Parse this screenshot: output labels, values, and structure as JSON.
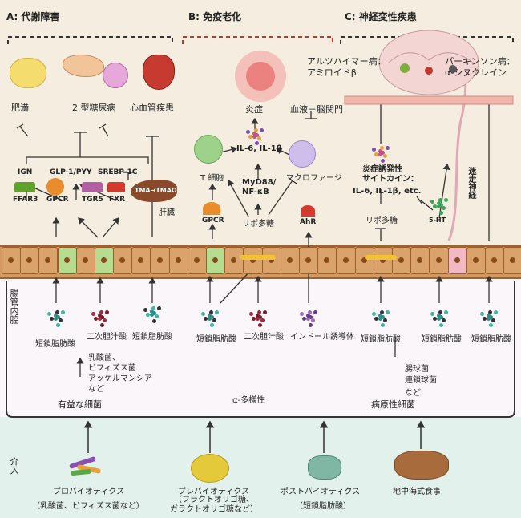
{
  "sections": {
    "a": "A: 代謝障害",
    "b": "B: 免疫老化",
    "c": "C: 神経変性疾患"
  },
  "a": {
    "diseases": [
      "肥満",
      "2 型糖尿病",
      "心血管疾患"
    ],
    "hormones": [
      "IGN",
      "GLP-1/PYY",
      "SREBP-1C"
    ],
    "receptors": [
      "FFAR3",
      "GPCR",
      "TGR5",
      "FXR"
    ],
    "liver": "TMA→TMAO",
    "liver_label": "肝臓",
    "lumen": [
      "短鎖脂肪酸",
      "二次胆汁酸",
      "短鎖脂肪酸"
    ],
    "bacteria_list": [
      "乳酸菌、",
      "ビフィズス菌",
      "アッケルマンシア",
      "など"
    ],
    "bacteria_label": "有益な細菌"
  },
  "b": {
    "inflammation": "炎症",
    "cytokines": "IL-6, IL-1β",
    "tcell": "T 細胞",
    "myd": "MyD88/\nNF-κB",
    "macro": "マクロファージ",
    "gpcr": "GPCR",
    "lps": "リポ多糖",
    "ahr": "AhR",
    "lumen": [
      "短鎖脂肪酸",
      "二次胆汁酸",
      "インドール誘導体"
    ],
    "diversity": "α-多様性"
  },
  "c": {
    "bbb": "血液－脳関門",
    "alz": "アルツハイマー病：\nアミロイドβ",
    "park": "パーキンソン病：\nα-シヌクレイン",
    "cyto_title": "炎症誘発性\nサイトカイン：",
    "cyto": "IL-6, IL-1β, etc.",
    "lps": "リポ多糖",
    "ht": "5-HT",
    "vagus": "迷走神経",
    "lumen": [
      "短鎖脂肪酸",
      "短鎖脂肪酸",
      "短鎖脂肪酸"
    ],
    "path_list": [
      "腸球菌",
      "連鎖球菌",
      "など"
    ],
    "path_label": "病原性細菌"
  },
  "lumen_side": "腸管内腔",
  "intervention_side": "介入",
  "interventions": [
    {
      "title": "プロバイオティクス",
      "sub": "（乳酸菌、ビフィズス菌など）"
    },
    {
      "title": "プレバイオティクス",
      "sub": "（フラクトオリゴ糖、\nガラクトオリゴ糖など）"
    },
    {
      "title": "ポストバイオティクス",
      "sub": "（短鎖脂肪酸）"
    },
    {
      "title": "地中海式食事",
      "sub": ""
    }
  ]
}
